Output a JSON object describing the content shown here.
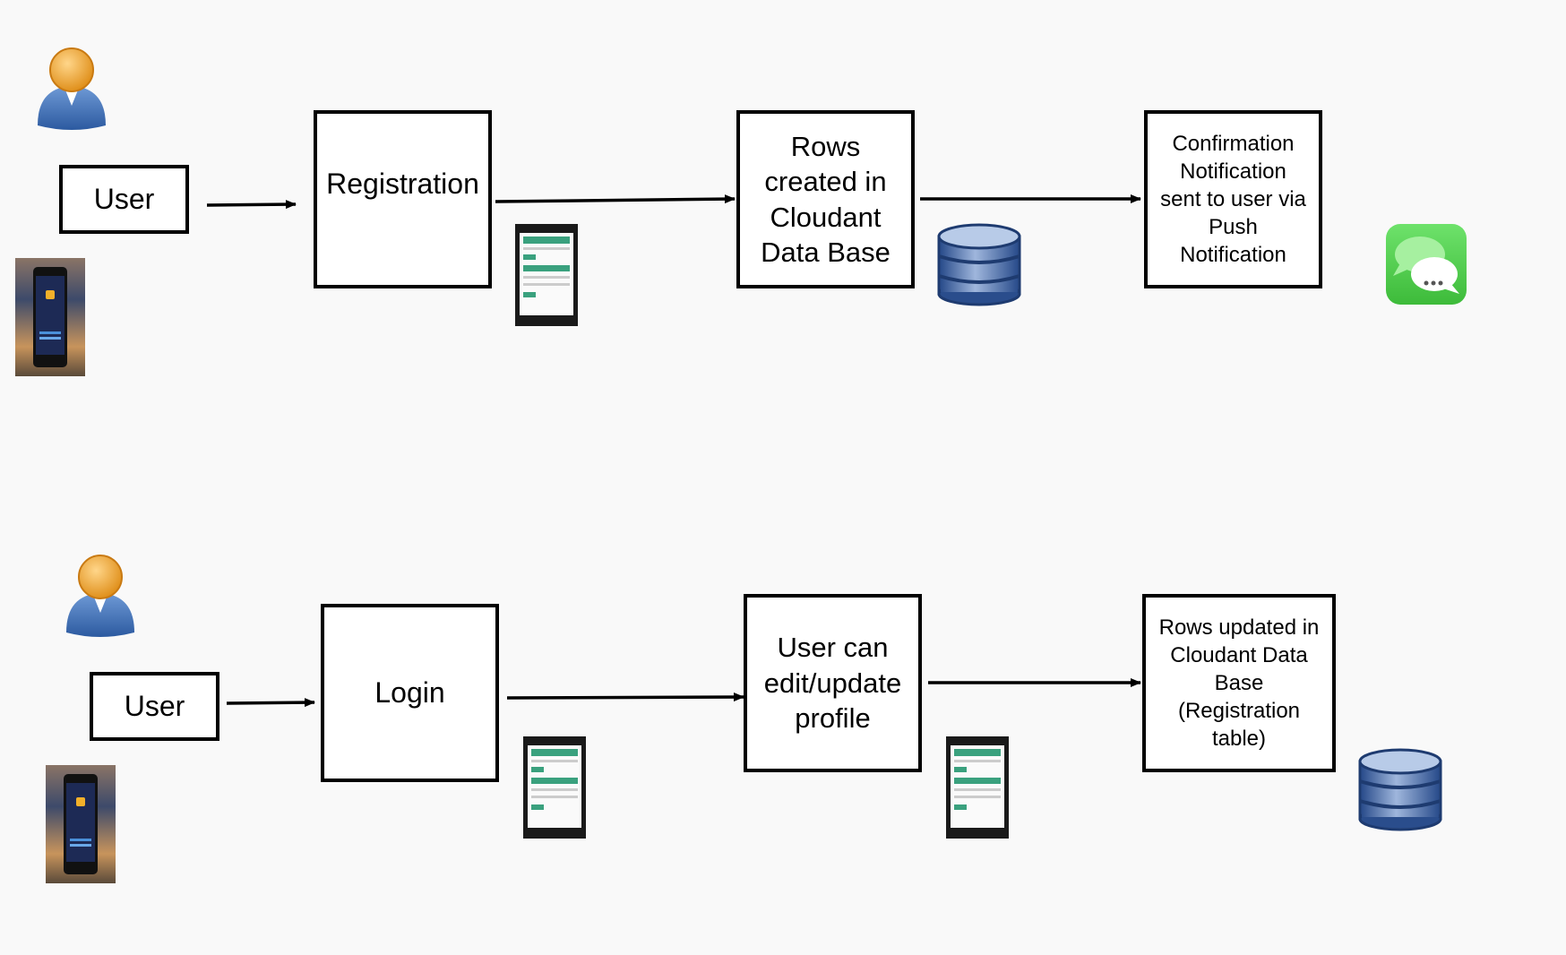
{
  "colors": {
    "background": "#f9f9f9",
    "box_border": "#000000",
    "arrow": "#000000",
    "avatar_head": "#f0a830",
    "avatar_body": "#3d6fb5",
    "database": "#2d5294",
    "messages_green": "#4cd964",
    "phone_accent": "#3aa17e"
  },
  "icons": {
    "user": "user-avatar-icon",
    "phone": "mobile-phone-icon",
    "app_screen": "app-screenshot-icon",
    "database": "database-icon",
    "messages": "messages-bubble-icon"
  },
  "flow1": {
    "user_label": "User",
    "step1": "Registration",
    "step2": "Rows\ncreated in\nCloudant\nData Base",
    "step3": "Confirmation\nNotification\nsent to user via\nPush\nNotification"
  },
  "flow2": {
    "user_label": "User",
    "step1": "Login",
    "step2": "User can\nedit/update\nprofile",
    "step3": "Rows updated in\nCloudant Data\nBase\n(Registration\ntable)"
  }
}
